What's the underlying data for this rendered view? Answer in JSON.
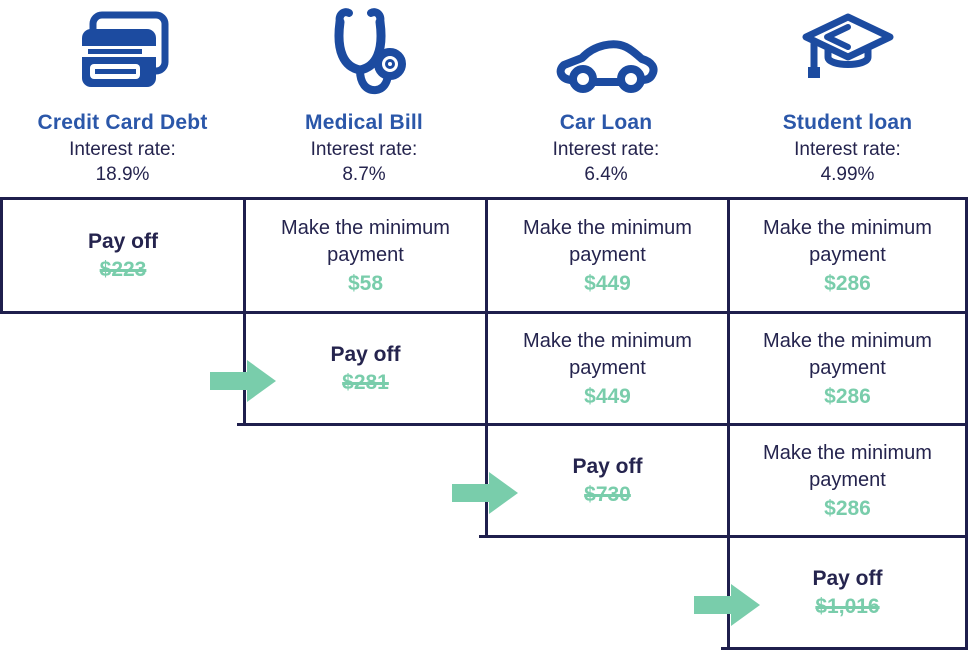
{
  "palette": {
    "icon_blue": "#1C4BA0",
    "header_blue": "#2B57A9",
    "text_navy": "#25244E",
    "border_navy": "#1F1F4D",
    "green": "#79CDAB"
  },
  "header": {
    "columns": [
      {
        "title": "Credit Card Debt",
        "interest_label": "Interest rate:",
        "rate": "18.9%",
        "icon": "credit-card-icon"
      },
      {
        "title": "Medical Bill",
        "interest_label": "Interest rate:",
        "rate": "8.7%",
        "icon": "stethoscope-icon"
      },
      {
        "title": "Car Loan",
        "interest_label": "Interest rate:",
        "rate": "6.4%",
        "icon": "car-icon"
      },
      {
        "title": "Student loan",
        "interest_label": "Interest rate:",
        "rate": "4.99%",
        "icon": "graduation-cap-icon"
      }
    ]
  },
  "labels": {
    "pay_off": "Pay off",
    "minimum_payment": "Make the minimum payment"
  },
  "plan": {
    "rows": [
      {
        "cells": [
          {
            "column": "Credit Card Debt",
            "action": "pay_off",
            "amount": "$223",
            "struck": true,
            "arrow": false
          },
          {
            "column": "Medical Bill",
            "action": "minimum_payment",
            "amount": "$58",
            "struck": false,
            "arrow": false
          },
          {
            "column": "Car Loan",
            "action": "minimum_payment",
            "amount": "$449",
            "struck": false,
            "arrow": false
          },
          {
            "column": "Student loan",
            "action": "minimum_payment",
            "amount": "$286",
            "struck": false,
            "arrow": false
          }
        ]
      },
      {
        "cells": [
          {
            "column": "Medical Bill",
            "action": "pay_off",
            "amount": "$281",
            "struck": true,
            "arrow": true
          },
          {
            "column": "Car Loan",
            "action": "minimum_payment",
            "amount": "$449",
            "struck": false,
            "arrow": false
          },
          {
            "column": "Student loan",
            "action": "minimum_payment",
            "amount": "$286",
            "struck": false,
            "arrow": false
          }
        ]
      },
      {
        "cells": [
          {
            "column": "Car Loan",
            "action": "pay_off",
            "amount": "$730",
            "struck": true,
            "arrow": true
          },
          {
            "column": "Student loan",
            "action": "minimum_payment",
            "amount": "$286",
            "struck": false,
            "arrow": false
          }
        ]
      },
      {
        "cells": [
          {
            "column": "Student loan",
            "action": "pay_off",
            "amount": "$1,016",
            "struck": true,
            "arrow": true
          }
        ]
      }
    ]
  }
}
